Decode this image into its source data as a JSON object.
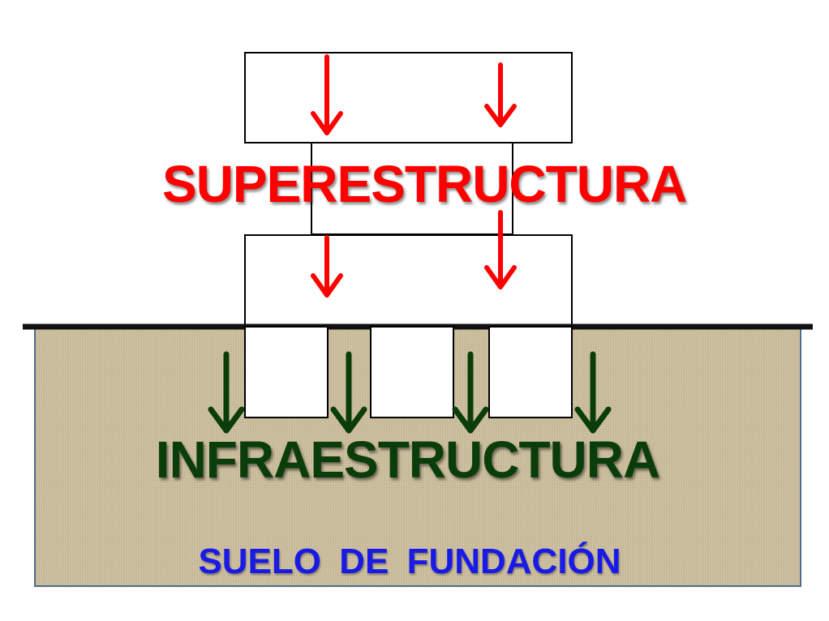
{
  "labels": {
    "superstructure": "SUPERESTRUCTURA",
    "infrastructure": "INFRAESTRUCTURA",
    "foundation_soil": "SUELO  DE  FUNDACIÓN"
  },
  "colors": {
    "superstructure_text": "#ff0000",
    "superstructure_arrows": "#ff0000",
    "infrastructure_text": "#0b3d0b",
    "infrastructure_arrows": "#0b3d0b",
    "foundation_text": "#1a1ae6",
    "soil_fill": "#c9bc9c",
    "ground_line": "#111111"
  }
}
